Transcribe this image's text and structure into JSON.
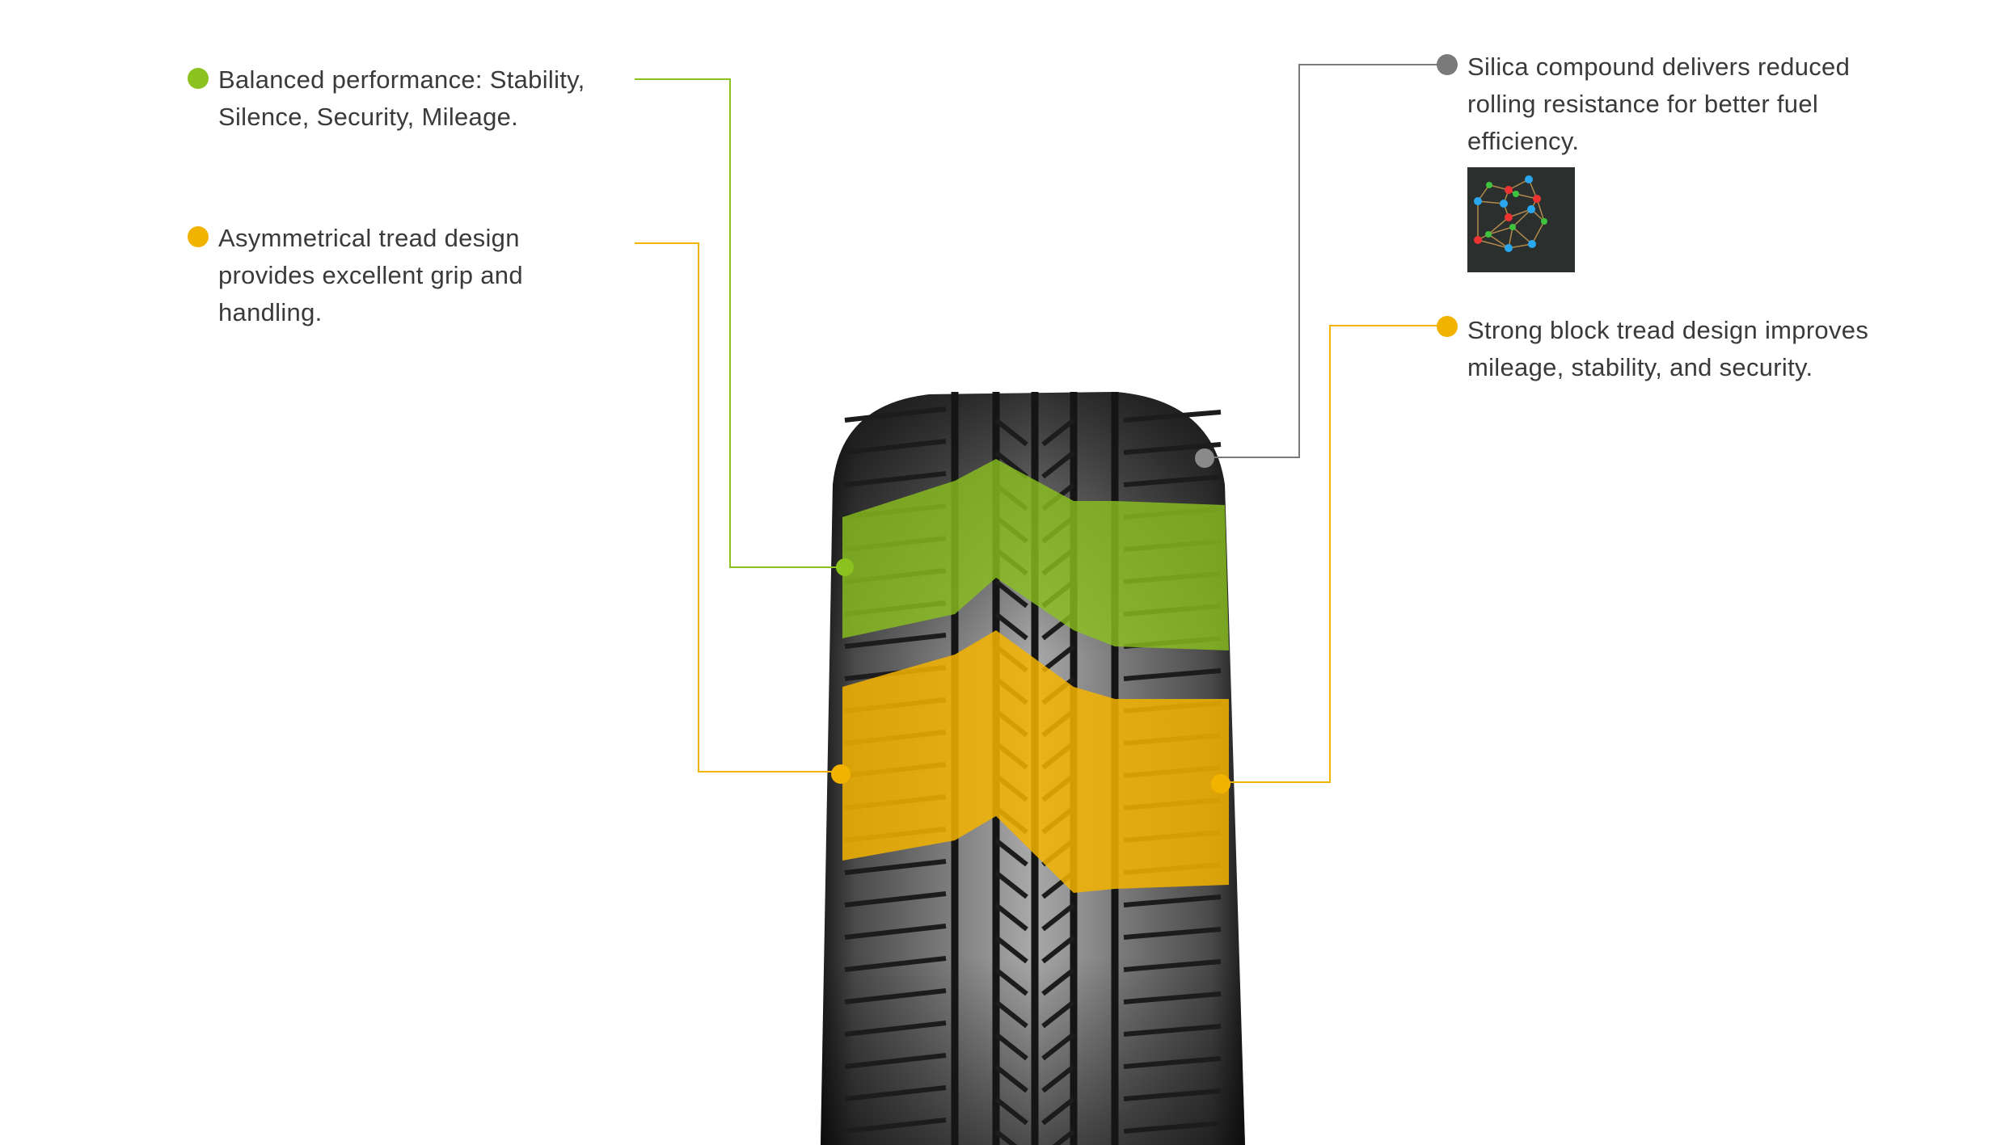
{
  "features": [
    {
      "text": "Balanced performance: Stability, Silence, Security, Mileage.",
      "color": "#8cc21f"
    },
    {
      "text": "Asymmetrical tread design provides excellent grip and handling.",
      "color": "#f2b200"
    },
    {
      "text": "Silica compound delivers reduced rolling resistance for better fuel efficiency.",
      "color": "#7a7a7a"
    },
    {
      "text": "Strong block tread design improves mileage, stability, and security.",
      "color": "#f2b200"
    }
  ],
  "icons": {
    "silica": "silica-molecule-network-icon"
  }
}
